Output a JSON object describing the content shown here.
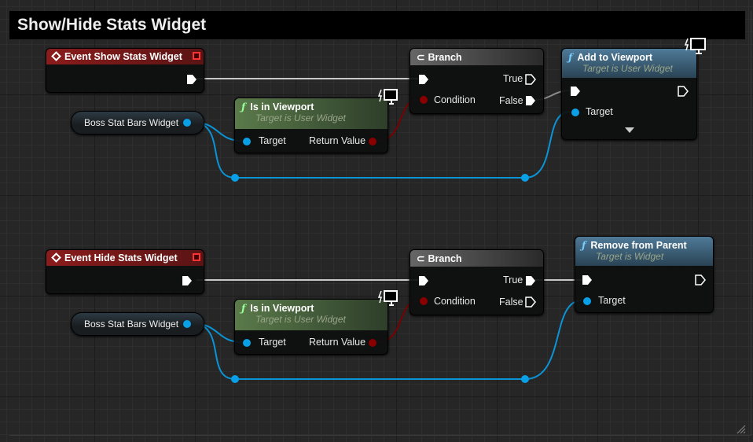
{
  "comment": {
    "title": "Show/Hide Stats Widget"
  },
  "show_graph": {
    "event": {
      "title": "Event Show Stats Widget"
    },
    "variable": {
      "label": "Boss Stat Bars Widget"
    },
    "is_in_viewport": {
      "title": "Is in Viewport",
      "subtitle": "Target is User Widget",
      "target": "Target",
      "return": "Return Value"
    },
    "branch": {
      "title": "Branch",
      "condition": "Condition",
      "true": "True",
      "false": "False"
    },
    "action": {
      "title": "Add to Viewport",
      "subtitle": "Target is User Widget",
      "target": "Target"
    }
  },
  "hide_graph": {
    "event": {
      "title": "Event Hide Stats Widget"
    },
    "variable": {
      "label": "Boss Stat Bars Widget"
    },
    "is_in_viewport": {
      "title": "Is in Viewport",
      "subtitle": "Target is User Widget",
      "target": "Target",
      "return": "Return Value"
    },
    "branch": {
      "title": "Branch",
      "condition": "Condition",
      "true": "True",
      "false": "False"
    },
    "action": {
      "title": "Remove from Parent",
      "subtitle": "Target is Widget",
      "target": "Target"
    }
  },
  "colors": {
    "event": "#8a1c1c",
    "function_pure": "#4f6b3f",
    "function": "#3e6a88",
    "object_pin": "#0aa0e8",
    "bool_pin": "#8a0000",
    "exec": "#ffffff"
  }
}
